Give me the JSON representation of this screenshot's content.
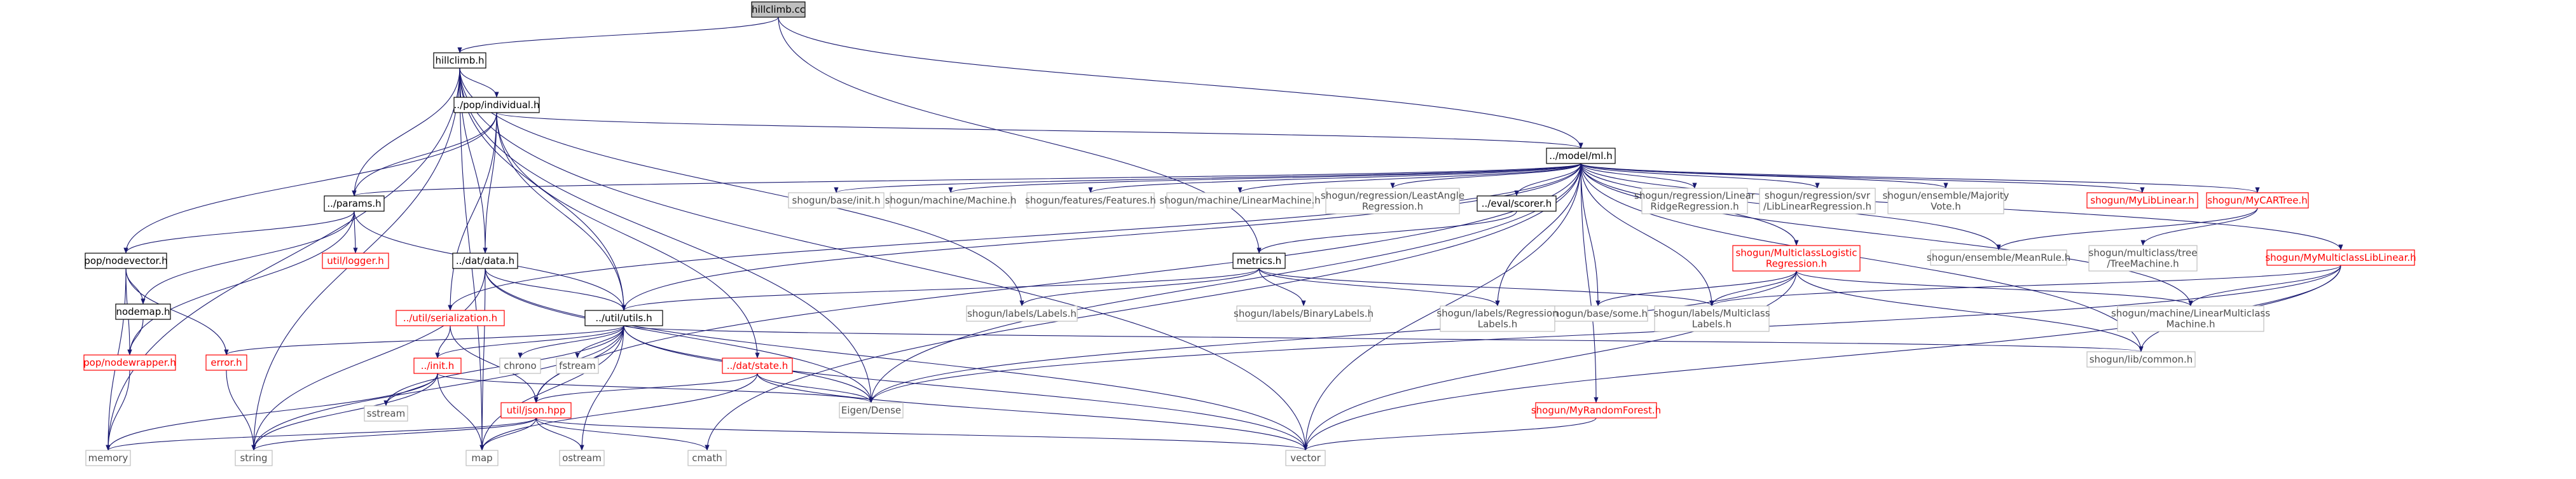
{
  "colors": {
    "edge": "#191970",
    "root_fill": "#bfbfbf",
    "node_fill": "#ffffff",
    "node_border": "#000000",
    "missing_border": "#bfbfbf",
    "missing_text": "#4d4d4d",
    "red_border": "#ff0000",
    "red_text": "#ff0000",
    "text": "#000000"
  },
  "nodes": [
    {
      "id": "hillclimb_cc",
      "label": [
        "hillclimb.cc"
      ],
      "style": "root"
    },
    {
      "id": "hillclimb_h",
      "label": [
        "hillclimb.h"
      ],
      "style": "normal"
    },
    {
      "id": "model_ml_h",
      "label": [
        "../model/ml.h"
      ],
      "style": "normal"
    },
    {
      "id": "metrics_h",
      "label": [
        "metrics.h"
      ],
      "style": "normal"
    },
    {
      "id": "pop_individual_h",
      "label": [
        "../pop/individual.h"
      ],
      "style": "normal"
    },
    {
      "id": "params_h",
      "label": [
        "../params.h"
      ],
      "style": "normal"
    },
    {
      "id": "dat_data_h",
      "label": [
        "../dat/data.h"
      ],
      "style": "normal"
    },
    {
      "id": "util_utils_h",
      "label": [
        "../util/utils.h"
      ],
      "style": "normal"
    },
    {
      "id": "pop_nodevector_h",
      "label": [
        "pop/nodevector.h"
      ],
      "style": "normal"
    },
    {
      "id": "nodemap_h",
      "label": [
        "nodemap.h"
      ],
      "style": "normal"
    },
    {
      "id": "pop_nodewrapper_h",
      "label": [
        "pop/nodewrapper.h"
      ],
      "style": "red"
    },
    {
      "id": "util_logger_h",
      "label": [
        "util/logger.h"
      ],
      "style": "red"
    },
    {
      "id": "util_serialization_h",
      "label": [
        "../util/serialization.h"
      ],
      "style": "red"
    },
    {
      "id": "init_h",
      "label": [
        "../init.h"
      ],
      "style": "red"
    },
    {
      "id": "error_h",
      "label": [
        "error.h"
      ],
      "style": "red"
    },
    {
      "id": "dat_state_h",
      "label": [
        "../dat/state.h"
      ],
      "style": "red"
    },
    {
      "id": "util_json_hpp",
      "label": [
        "util/json.hpp"
      ],
      "style": "red"
    },
    {
      "id": "eval_scorer_h",
      "label": [
        "../eval/scorer.h"
      ],
      "style": "normal"
    },
    {
      "id": "memory",
      "label": [
        "memory"
      ],
      "style": "missing"
    },
    {
      "id": "string",
      "label": [
        "string"
      ],
      "style": "missing"
    },
    {
      "id": "map",
      "label": [
        "map"
      ],
      "style": "missing"
    },
    {
      "id": "sstream",
      "label": [
        "sstream"
      ],
      "style": "missing"
    },
    {
      "id": "chrono",
      "label": [
        "chrono"
      ],
      "style": "missing"
    },
    {
      "id": "fstream",
      "label": [
        "fstream"
      ],
      "style": "missing"
    },
    {
      "id": "ostream",
      "label": [
        "ostream"
      ],
      "style": "missing"
    },
    {
      "id": "cmath",
      "label": [
        "cmath"
      ],
      "style": "missing"
    },
    {
      "id": "vector",
      "label": [
        "vector"
      ],
      "style": "missing"
    },
    {
      "id": "eigen_dense",
      "label": [
        "Eigen/Dense"
      ],
      "style": "missing"
    },
    {
      "id": "sg_base_init_h",
      "label": [
        "shogun/base/init.h"
      ],
      "style": "missing"
    },
    {
      "id": "sg_machine_machine_h",
      "label": [
        "shogun/machine/Machine.h"
      ],
      "style": "missing"
    },
    {
      "id": "sg_features_features_h",
      "label": [
        "shogun/features/Features.h"
      ],
      "style": "missing"
    },
    {
      "id": "sg_machine_linearmachine_h",
      "label": [
        "shogun/machine/LinearMachine.h"
      ],
      "style": "missing"
    },
    {
      "id": "sg_regression_leastangle_h",
      "label": [
        "shogun/regression/LeastAngle",
        "Regression.h"
      ],
      "style": "missing"
    },
    {
      "id": "sg_regression_linearridge_h",
      "label": [
        "shogun/regression/Linear",
        "RidgeRegression.h"
      ],
      "style": "missing"
    },
    {
      "id": "sg_regression_svr_h",
      "label": [
        "shogun/regression/svr",
        "/LibLinearRegression.h"
      ],
      "style": "missing"
    },
    {
      "id": "sg_ensemble_majority_h",
      "label": [
        "shogun/ensemble/Majority",
        "Vote.h"
      ],
      "style": "missing"
    },
    {
      "id": "sg_mylibliear_h",
      "label": [
        "shogun/MyLibLinear.h"
      ],
      "style": "red"
    },
    {
      "id": "sg_mycartree_h",
      "label": [
        "shogun/MyCARTree.h"
      ],
      "style": "red"
    },
    {
      "id": "sg_ensemble_meanrule_h",
      "label": [
        "shogun/ensemble/MeanRule.h"
      ],
      "style": "missing"
    },
    {
      "id": "sg_multiclass_tree_h",
      "label": [
        "shogun/multiclass/tree",
        "/TreeMachine.h"
      ],
      "style": "missing"
    },
    {
      "id": "sg_mymulticlasslib_h",
      "label": [
        "shogun/MyMulticlassLibLinear.h"
      ],
      "style": "red"
    },
    {
      "id": "sg_machine_linearmulticlass_h",
      "label": [
        "shogun/machine/LinearMulticlass",
        "Machine.h"
      ],
      "style": "missing"
    },
    {
      "id": "sg_lib_common_h",
      "label": [
        "shogun/lib/common.h"
      ],
      "style": "missing"
    },
    {
      "id": "sg_multiclasslogistic_h",
      "label": [
        "shogun/MulticlassLogistic",
        "Regression.h"
      ],
      "style": "red"
    },
    {
      "id": "sg_base_some_h",
      "label": [
        "shogun/base/some.h"
      ],
      "style": "missing"
    },
    {
      "id": "sg_labels_multiclass_h",
      "label": [
        "shogun/labels/Multiclass",
        "Labels.h"
      ],
      "style": "missing"
    },
    {
      "id": "sg_labels_regression_h",
      "label": [
        "shogun/labels/Regression",
        "Labels.h"
      ],
      "style": "missing"
    },
    {
      "id": "sg_labels_binary_h",
      "label": [
        "shogun/labels/BinaryLabels.h"
      ],
      "style": "missing"
    },
    {
      "id": "sg_labels_labels_h",
      "label": [
        "shogun/labels/Labels.h"
      ],
      "style": "missing"
    },
    {
      "id": "sg_myrandomforest_h",
      "label": [
        "shogun/MyRandomForest.h"
      ],
      "style": "red"
    }
  ],
  "edges": [
    [
      "hillclimb_cc",
      "hillclimb_h"
    ],
    [
      "hillclimb_cc",
      "model_ml_h"
    ],
    [
      "hillclimb_cc",
      "metrics_h"
    ],
    [
      "hillclimb_h",
      "pop_individual_h"
    ],
    [
      "hillclimb_h",
      "params_h"
    ],
    [
      "hillclimb_h",
      "dat_data_h"
    ],
    [
      "hillclimb_h",
      "util_utils_h"
    ],
    [
      "hillclimb_h",
      "memory"
    ],
    [
      "hillclimb_h",
      "string"
    ],
    [
      "hillclimb_h",
      "map"
    ],
    [
      "hillclimb_h",
      "vector"
    ],
    [
      "hillclimb_h",
      "eigen_dense"
    ],
    [
      "hillclimb_h",
      "sg_labels_labels_h"
    ],
    [
      "pop_individual_h",
      "model_ml_h"
    ],
    [
      "pop_individual_h",
      "params_h"
    ],
    [
      "pop_individual_h",
      "dat_data_h"
    ],
    [
      "pop_individual_h",
      "util_utils_h"
    ],
    [
      "pop_individual_h",
      "util_serialization_h"
    ],
    [
      "pop_individual_h",
      "dat_state_h"
    ],
    [
      "pop_individual_h",
      "pop_nodevector_h"
    ],
    [
      "params_h",
      "util_utils_h"
    ],
    [
      "params_h",
      "pop_nodevector_h"
    ],
    [
      "params_h",
      "util_logger_h"
    ],
    [
      "params_h",
      "nodemap_h"
    ],
    [
      "params_h",
      "pop_nodewrapper_h"
    ],
    [
      "pop_nodevector_h",
      "nodemap_h"
    ],
    [
      "pop_nodevector_h",
      "pop_nodewrapper_h"
    ],
    [
      "pop_nodevector_h",
      "memory"
    ],
    [
      "pop_nodevector_h",
      "error_h"
    ],
    [
      "nodemap_h",
      "pop_nodewrapper_h"
    ],
    [
      "pop_nodewrapper_h",
      "memory"
    ],
    [
      "error_h",
      "string"
    ],
    [
      "dat_data_h",
      "util_utils_h"
    ],
    [
      "dat_data_h",
      "vector"
    ],
    [
      "dat_data_h",
      "string"
    ],
    [
      "dat_data_h",
      "map"
    ],
    [
      "dat_data_h",
      "eigen_dense"
    ],
    [
      "util_utils_h",
      "init_h"
    ],
    [
      "util_utils_h",
      "error_h"
    ],
    [
      "util_utils_h",
      "util_json_hpp"
    ],
    [
      "util_utils_h",
      "chrono"
    ],
    [
      "util_utils_h",
      "fstream"
    ],
    [
      "util_utils_h",
      "ostream"
    ],
    [
      "util_utils_h",
      "sstream"
    ],
    [
      "util_utils_h",
      "vector"
    ],
    [
      "util_utils_h",
      "string"
    ],
    [
      "util_utils_h",
      "map"
    ],
    [
      "util_utils_h",
      "eigen_dense"
    ],
    [
      "util_utils_h",
      "sg_lib_common_h"
    ],
    [
      "util_serialization_h",
      "init_h"
    ],
    [
      "util_serialization_h",
      "util_json_hpp"
    ],
    [
      "init_h",
      "sstream"
    ],
    [
      "init_h",
      "memory"
    ],
    [
      "init_h",
      "string"
    ],
    [
      "init_h",
      "map"
    ],
    [
      "init_h",
      "eigen_dense"
    ],
    [
      "dat_state_h",
      "util_json_hpp"
    ],
    [
      "dat_state_h",
      "vector"
    ],
    [
      "dat_state_h",
      "eigen_dense"
    ],
    [
      "dat_state_h",
      "map"
    ],
    [
      "util_json_hpp",
      "string"
    ],
    [
      "util_json_hpp",
      "map"
    ],
    [
      "util_json_hpp",
      "vector"
    ],
    [
      "util_json_hpp",
      "memory"
    ],
    [
      "util_json_hpp",
      "ostream"
    ],
    [
      "util_json_hpp",
      "cmath"
    ],
    [
      "model_ml_h",
      "params_h"
    ],
    [
      "model_ml_h",
      "util_utils_h"
    ],
    [
      "model_ml_h",
      "util_serialization_h"
    ],
    [
      "model_ml_h",
      "eval_scorer_h"
    ],
    [
      "model_ml_h",
      "sg_base_init_h"
    ],
    [
      "model_ml_h",
      "sg_machine_machine_h"
    ],
    [
      "model_ml_h",
      "sg_features_features_h"
    ],
    [
      "model_ml_h",
      "sg_machine_linearmachine_h"
    ],
    [
      "model_ml_h",
      "sg_regression_leastangle_h"
    ],
    [
      "model_ml_h",
      "sg_regression_linearridge_h"
    ],
    [
      "model_ml_h",
      "sg_regression_svr_h"
    ],
    [
      "model_ml_h",
      "sg_ensemble_majority_h"
    ],
    [
      "model_ml_h",
      "sg_mylibliear_h"
    ],
    [
      "model_ml_h",
      "sg_mycartree_h"
    ],
    [
      "model_ml_h",
      "sg_ensemble_meanrule_h"
    ],
    [
      "model_ml_h",
      "sg_mymulticlasslib_h"
    ],
    [
      "model_ml_h",
      "sg_multiclasslogistic_h"
    ],
    [
      "model_ml_h",
      "sg_base_some_h"
    ],
    [
      "model_ml_h",
      "sg_labels_multiclass_h"
    ],
    [
      "model_ml_h",
      "sg_labels_regression_h"
    ],
    [
      "model_ml_h",
      "sg_machine_linearmulticlass_h"
    ],
    [
      "model_ml_h",
      "sg_lib_common_h"
    ],
    [
      "model_ml_h",
      "sg_myrandomforest_h"
    ],
    [
      "model_ml_h",
      "eigen_dense"
    ],
    [
      "model_ml_h",
      "vector"
    ],
    [
      "model_ml_h",
      "cmath"
    ],
    [
      "model_ml_h",
      "util_json_hpp"
    ],
    [
      "eval_scorer_h",
      "metrics_h"
    ],
    [
      "metrics_h",
      "util_utils_h"
    ],
    [
      "metrics_h",
      "sg_labels_labels_h"
    ],
    [
      "metrics_h",
      "sg_labels_binary_h"
    ],
    [
      "metrics_h",
      "sg_labels_regression_h"
    ],
    [
      "metrics_h",
      "sg_labels_multiclass_h"
    ],
    [
      "sg_mycartree_h",
      "sg_ensemble_meanrule_h"
    ],
    [
      "sg_mycartree_h",
      "sg_multiclass_tree_h"
    ],
    [
      "sg_mymulticlasslib_h",
      "sg_machine_linearmulticlass_h"
    ],
    [
      "sg_mymulticlasslib_h",
      "sg_lib_common_h"
    ],
    [
      "sg_mymulticlasslib_h",
      "sg_labels_multiclass_h"
    ],
    [
      "sg_mymulticlasslib_h",
      "vector"
    ],
    [
      "sg_mymulticlasslib_h",
      "eigen_dense"
    ],
    [
      "sg_multiclasslogistic_h",
      "sg_base_some_h"
    ],
    [
      "sg_multiclasslogistic_h",
      "sg_labels_multiclass_h"
    ],
    [
      "sg_multiclasslogistic_h",
      "sg_machine_linearmulticlass_h"
    ],
    [
      "sg_multiclasslogistic_h",
      "sg_lib_common_h"
    ],
    [
      "sg_multiclasslogistic_h",
      "vector"
    ],
    [
      "sg_multiclasslogistic_h",
      "eigen_dense"
    ],
    [
      "sg_myrandomforest_h",
      "vector"
    ]
  ]
}
